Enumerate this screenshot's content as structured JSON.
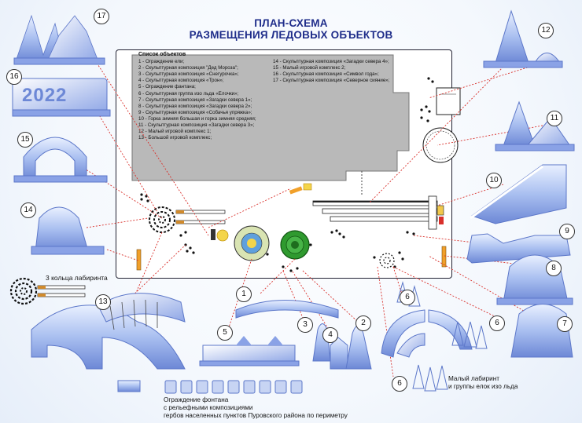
{
  "title": {
    "line1": "ПЛАН-СХЕМА",
    "line2": "РАЗМЕЩЕНИЯ ЛЕДОВЫХ ОБЪЕКТОВ"
  },
  "list": {
    "header": "Список объектов",
    "col1": [
      "1 - Ограждение ели;",
      "2 - Скульптурная композиция \"Дед Мороза\";",
      "3 - Скульптурная композиция «Снегурочка»;",
      "4 - Скульптурная композиция «Трон»;",
      "5 - Ограждение фантана;",
      "6 - Скульптурная группа изо льда «Елочки»;",
      "7 - Скульптурная композиция «Загадки севера 1»;",
      "8 - Скульптурная композиция «Загадки севера 2»;",
      "9 - Скульптурная композиция «Собачья упряжка»;",
      "10 - Горка зимняя большая и горка зимняя средняя;",
      "11 - Скульптурная композиция «Загадки севера 3»;",
      "12 - Малый игровой комплекс 1;",
      "13 - Большой игровой комплекс;"
    ],
    "col2": [
      "14 - Скульптурная композиция «Загадки севера 4»;",
      "15 - Малый игровой комплекс 2;",
      "16 - Скульптурная композиция «Символ года»;",
      "17 - Скульптурная композиция «Северное сияние»;"
    ]
  },
  "numbers": {
    "n1": "1",
    "n2": "2",
    "n3": "3",
    "n4": "4",
    "n5": "5",
    "n6a": "6",
    "n6b": "6",
    "n6c": "6",
    "n7": "7",
    "n8": "8",
    "n9": "9",
    "n10": "10",
    "n11": "11",
    "n12": "12",
    "n13": "13",
    "n14": "14",
    "n15": "15",
    "n16": "16",
    "n17": "17"
  },
  "labels": {
    "labyrinth_rings": "3 кольца лабиринта",
    "small_labyrinth_1": "Малый лабиринт",
    "small_labyrinth_2": "и группы елок изо льда",
    "fountain_1": "Ограждение фонтана",
    "fountain_2": "с рельефными композициями",
    "fountain_3": "гербов населенных пунктов Пуровского района по периметру",
    "year": "2022"
  },
  "colors": {
    "title": "#1f2d8a",
    "ice": "#9fb5ea",
    "ice_dark": "#5c77c9",
    "building": "#b9b9b9",
    "leader": "#d9302b",
    "tree_ring": "#2f9a2f",
    "fountain": "#c7d98a"
  }
}
